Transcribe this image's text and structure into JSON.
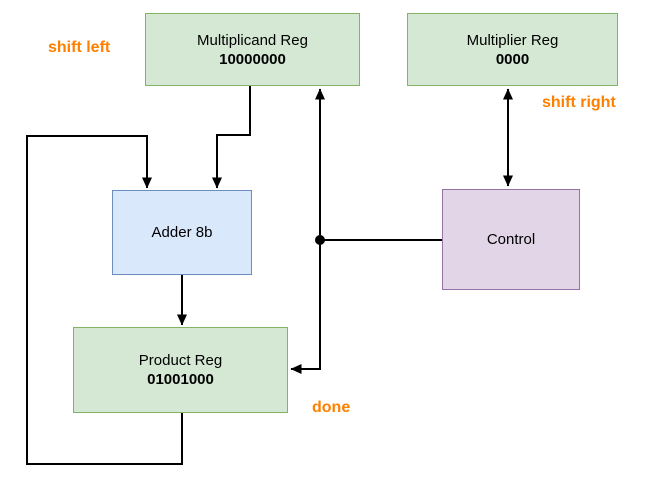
{
  "diagram": {
    "type": "block-diagram",
    "nodes": {
      "multiplicand_reg": {
        "label": "Multiplicand Reg",
        "value": "10000000"
      },
      "multiplier_reg": {
        "label": "Multiplier Reg",
        "value": "0000"
      },
      "adder": {
        "label": "Adder 8b"
      },
      "control": {
        "label": "Control"
      },
      "product_reg": {
        "label": "Product Reg",
        "value": "01001000"
      }
    },
    "signal_labels": {
      "shift_left": "shift left",
      "shift_right": "shift right",
      "done": "done"
    },
    "colors": {
      "register_fill": "#d5e8d4",
      "register_border": "#82b366",
      "adder_fill": "#dae8fc",
      "adder_border": "#6c8ebf",
      "control_fill": "#e1d5e7",
      "control_border": "#9673a6",
      "signal_text": "#ff8000",
      "line": "#000000",
      "node_text": "#000000",
      "background": "#ffffff"
    }
  }
}
